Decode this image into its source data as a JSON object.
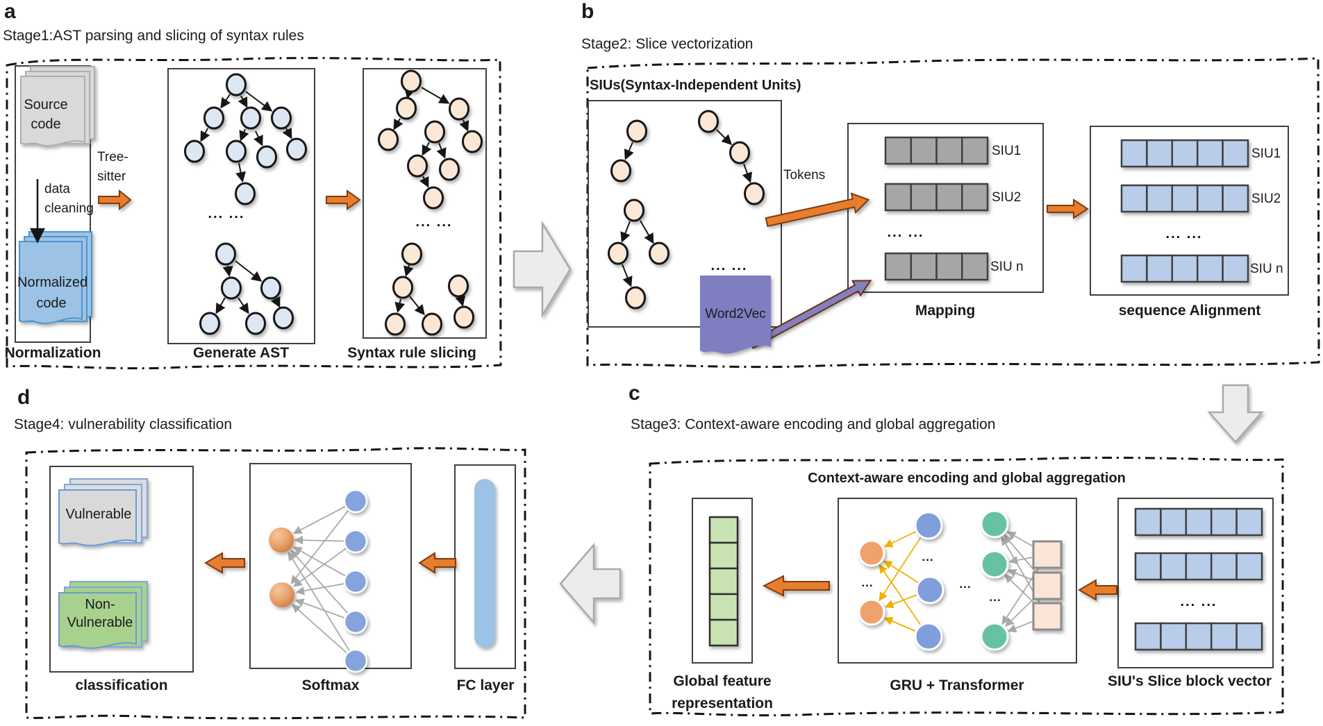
{
  "dots": {
    "double": "... ...",
    "single": "..."
  },
  "panel_a": {
    "letter": "a",
    "title": "Stage1:AST parsing and slicing of syntax rules",
    "source_code": {
      "line1": "Source",
      "line2": "code"
    },
    "data_cleaning": {
      "line1": "data",
      "line2": "cleaning"
    },
    "normalized_code": {
      "line1": "Normalized",
      "line2": "code"
    },
    "tree_sitter": {
      "line1": "Tree-",
      "line2": "sitter"
    },
    "normalization_label": "Normalization",
    "generate_ast_label": "Generate AST",
    "syntax_slicing_label": "Syntax rule slicing"
  },
  "panel_b": {
    "letter": "b",
    "title": "Stage2: Slice vectorization",
    "sius_title": "SIUs(Syntax-Independent Units)",
    "tokens_label": "Tokens",
    "word2vec_label": "Word2Vec",
    "mapping_label": "Mapping",
    "alignment_label": "sequence Alignment",
    "mapping_rows": [
      "SIU1",
      "SIU2",
      "SIU n"
    ],
    "alignment_rows": [
      "SIU1",
      "SIU2",
      "SIU n"
    ]
  },
  "panel_c": {
    "letter": "c",
    "title": "Stage3: Context-aware encoding and global aggregation",
    "inner_title": "Context-aware encoding and global aggregation",
    "global_feature": {
      "line1": "Global feature",
      "line2": "representation"
    },
    "gru_label": "GRU + Transformer",
    "siu_block_label": "SIU's Slice block vector"
  },
  "panel_d": {
    "letter": "d",
    "title": "Stage4: vulnerability classification",
    "vulnerable_label": "Vulnerable",
    "non_vulnerable": {
      "line1": "Non-",
      "line2": "Vulnerable"
    },
    "classification_label": "classification",
    "softmax_label": "Softmax",
    "fc_label": "FC layer"
  },
  "colors": {
    "accent_orange": "#e97d2d",
    "arrow_outline": "#7e3a0e",
    "big_arrow_fill": "#ececec",
    "node_blue": "#dde6f3",
    "node_peach": "#fbe7d6",
    "word2vec_purple": "#7e7ec1",
    "cell_gray": "#a6a6a6",
    "cell_blue": "#b9cce9",
    "cell_green": "#c9e2b2",
    "doc_gray": "#d9d9d9",
    "doc_blue": "#9cc3e5",
    "doc_green": "#a9d18e",
    "gru_orange": "#f0a26c",
    "gru_blue": "#7f9edb",
    "gru_green": "#66c2a3",
    "fc_blue": "#9cc2e6",
    "edge_yellow": "#ffc000"
  }
}
